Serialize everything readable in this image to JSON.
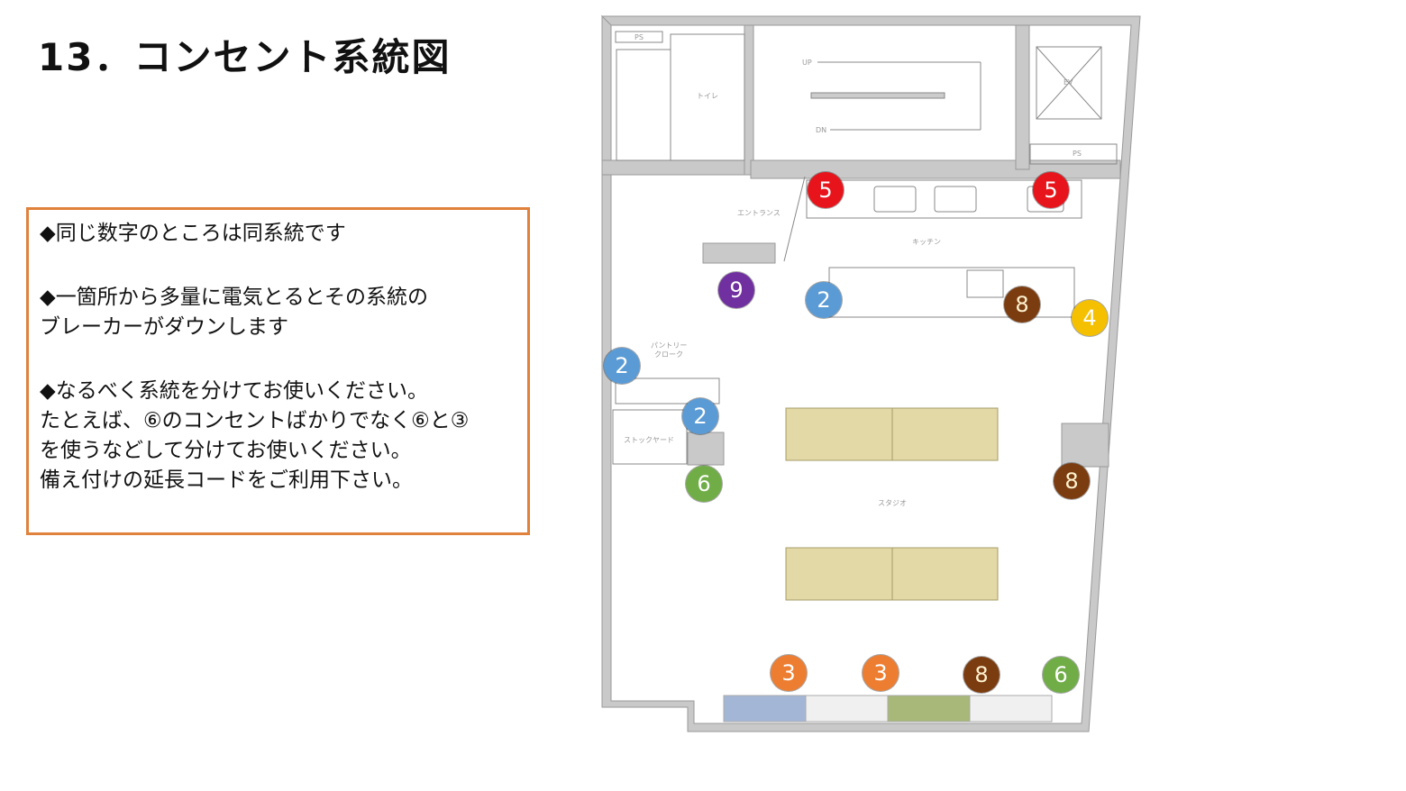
{
  "title": "13．コンセント系統図",
  "notes": [
    "◆同じ数字のところは同系統です",
    "◆一箇所から多量に電気とるとその系統の",
    "ブレーカーがダウンします",
    "◆なるべく系統を分けてお使いください。",
    "たとえば、⑥のコンセントばかりでなく⑥と③",
    "を使うなどして分けてお使いください。",
    "備え付けの延長コードをご利用下さい。"
  ],
  "room_labels": {
    "ps1": "PS",
    "toilet": "トイレ",
    "up": "UP",
    "dn": "DN",
    "ev": "EV",
    "ps2": "PS",
    "entrance": "エントランス",
    "kitchen": "キッチン",
    "pantry1": "パントリー",
    "pantry2": "クローク",
    "stockyard": "ストックヤード",
    "studio": "スタジオ"
  },
  "circuit_colors": {
    "2": "#5b9bd5",
    "3": "#ed7d31",
    "4": "#f5c000",
    "5": "#e8141c",
    "6": "#70ad47",
    "8": "#7b3c10",
    "9": "#7030a0"
  },
  "outlets": [
    "5",
    "5",
    "9",
    "2",
    "8",
    "4",
    "2",
    "2",
    "6",
    "8",
    "3",
    "3",
    "8",
    "6"
  ]
}
